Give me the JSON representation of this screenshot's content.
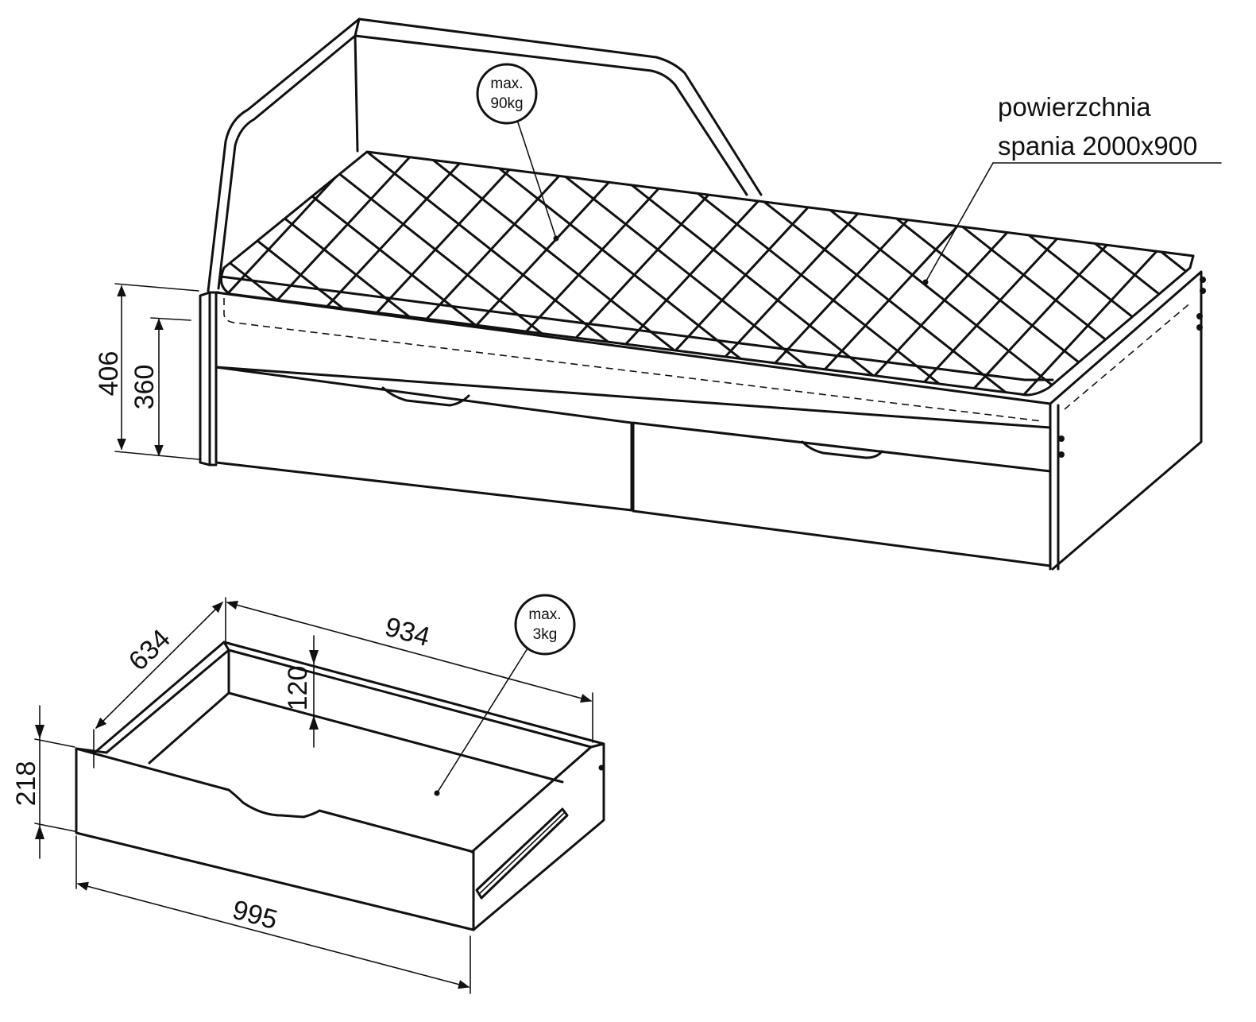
{
  "bed": {
    "load_line1": "max.",
    "load_line2": "90kg",
    "surface_line1": "powierzchnia",
    "surface_line2": "spania 2000x900",
    "height_total": "406",
    "height_frame": "360"
  },
  "drawer": {
    "load_line1": "max.",
    "load_line2": "3kg",
    "depth": "634",
    "inner_length": "934",
    "inner_height": "120",
    "front_height": "218",
    "front_length": "995"
  }
}
